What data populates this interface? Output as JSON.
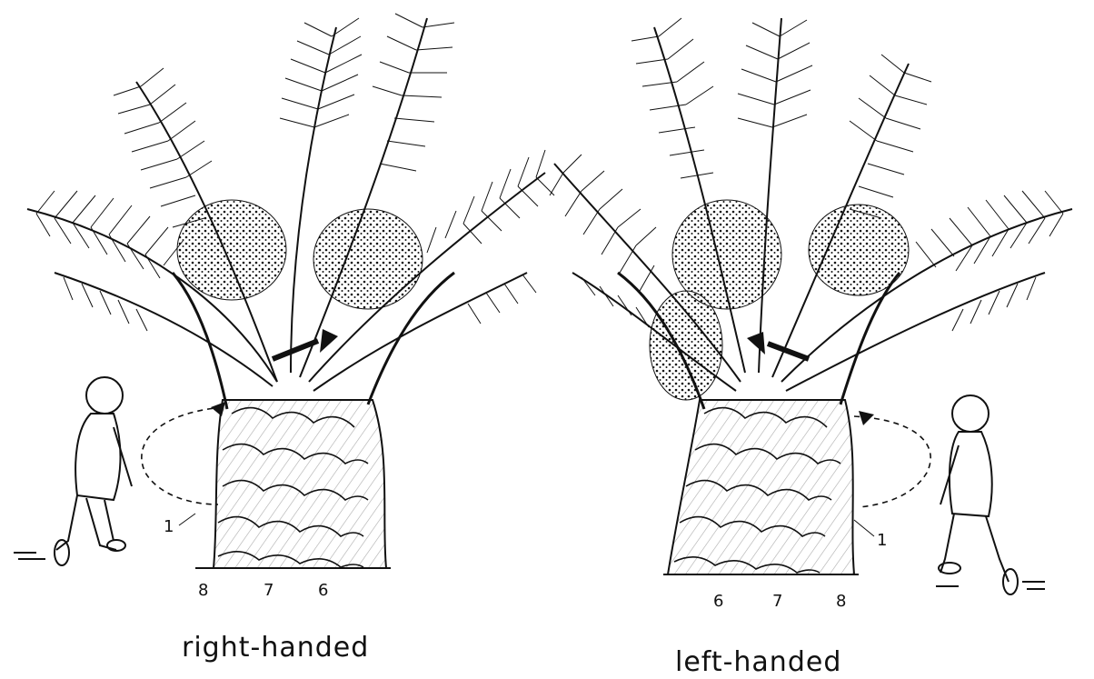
{
  "left_panel": {
    "caption": "right-handed",
    "labels": {
      "one": "1",
      "eight": "8",
      "seven": "7",
      "six": "6"
    }
  },
  "right_panel": {
    "caption": "left-handed",
    "labels": {
      "one": "1",
      "six": "6",
      "seven": "7",
      "eight": "8"
    }
  },
  "colors": {
    "ink": "#111111",
    "paper": "#ffffff"
  }
}
